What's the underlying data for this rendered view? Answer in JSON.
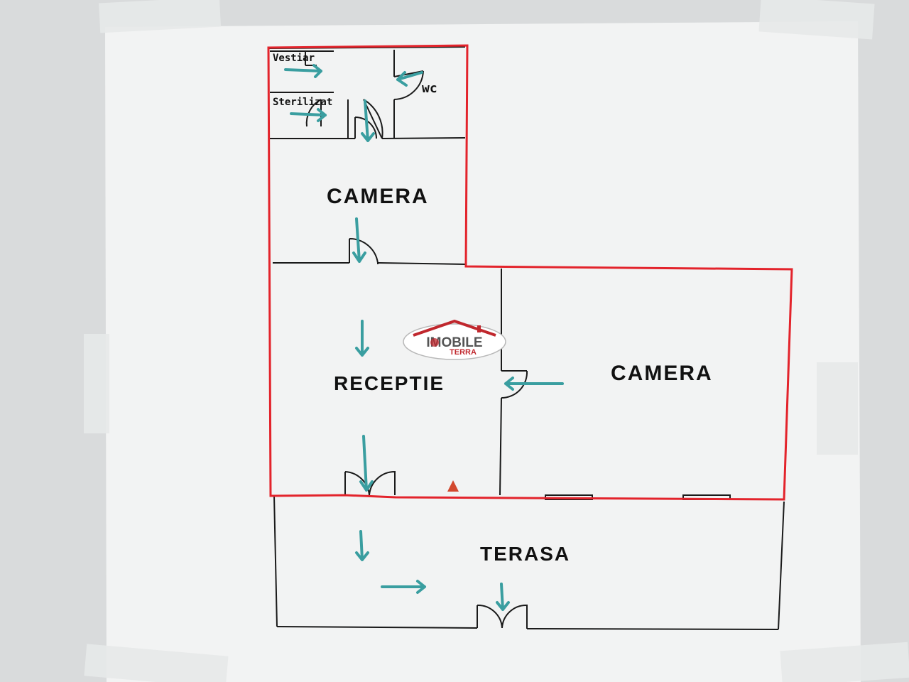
{
  "plan": {
    "rooms": {
      "vestiar": "Vestiar",
      "sterilizat": "Sterilizat",
      "wc": "wc",
      "camera_top": "CAMERA",
      "receptie": "RECEPTIE",
      "camera_right": "CAMERA",
      "terasa": "TERASA"
    }
  },
  "logo": {
    "brand_top": "IMOBILE",
    "brand_bottom": "TERRA"
  },
  "colors": {
    "outline": "#e3232b",
    "walls": "#1a1a1a",
    "arrows": "#3a9ea0",
    "paper": "#f3f4f4",
    "tape": "#e6e8e8"
  }
}
